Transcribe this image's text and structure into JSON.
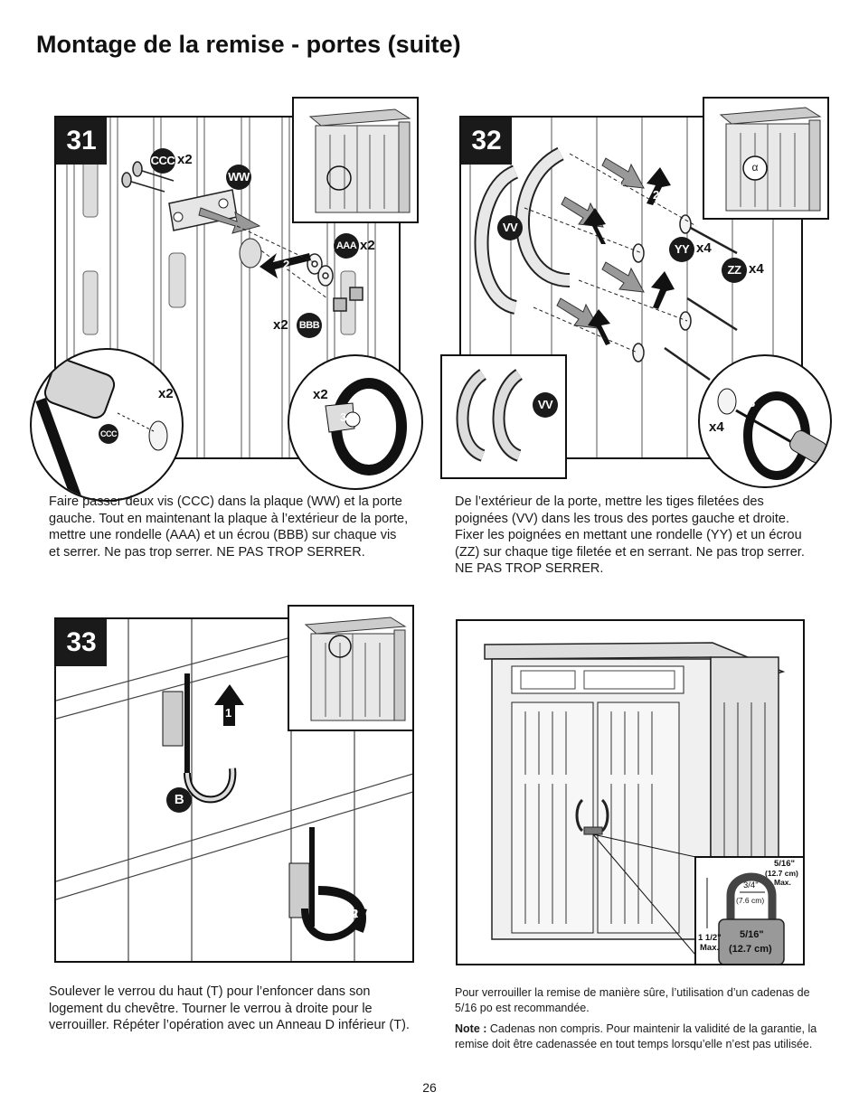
{
  "page": {
    "title": "Montage de la remise - portes (suite)",
    "page_number": "26"
  },
  "step31": {
    "number": "31",
    "labels": {
      "ccc": "CCC",
      "ccc_qty": "x2",
      "ww": "WW",
      "aaa": "AAA",
      "aaa_qty": "x2",
      "bbb": "BBB",
      "bbb_qty": "x2",
      "arrow2": "2",
      "arrow3": "3",
      "zoom_left_qty": "x2",
      "zoom_left_ccc": "CCC",
      "zoom_right_qty": "x2"
    },
    "caption": "Faire passer deux vis (CCC) dans la plaque (WW) et la porte gauche. Tout en maintenant la plaque à l’extérieur de la porte, mettre une rondelle (AAA) et un écrou (BBB) sur chaque vis et serrer. Ne pas trop serrer. NE PAS TROP SERRER."
  },
  "step32": {
    "number": "32",
    "labels": {
      "vv": "VV",
      "yy": "YY",
      "yy_qty": "x4",
      "zz": "ZZ",
      "zz_qty": "x4",
      "arrow1": "1",
      "arrow2": "2",
      "arrow3": "3",
      "inset_vv": "VV",
      "zoom_qty": "x4",
      "shed_tag": "α"
    },
    "caption": "De l’extérieur de la porte, mettre les tiges filetées des poignées (VV) dans les trous des portes gauche et droite. Fixer les poignées en mettant une rondelle (YY) et un écrou (ZZ) sur chaque tige filetée et en serrant. Ne pas trop serrer. NE PAS TROP SERRER."
  },
  "step33": {
    "number": "33",
    "labels": {
      "b": "B",
      "arrow1": "1",
      "arrow2": "2"
    },
    "caption": "Soulever le verrou du haut (T) pour l’enfoncer dans son logement du chevêtre. Tourner le verrou à droite pour le verrouiller. Répéter l’opération avec un Anneau D inférieur (T)."
  },
  "lock": {
    "dim_shackle": "5/16\"",
    "dim_shackle_cm": "(12.7 cm)",
    "dim_max": "Max.",
    "dim_width": "3/4\"",
    "dim_width_cm": "(7.6 cm)",
    "dim_height": "1 1/2\"",
    "dim_height_max": "Max.",
    "body_dim": "5/16\"",
    "body_dim_cm": "(12.7 cm)",
    "caption": "Pour verrouiller la remise de manière sûre, l’utilisation d’un cadenas de 5/16 po est recommandée.",
    "note_label": "Note :",
    "note_text": " Cadenas non compris. Pour maintenir la validité de la garantie, la remise doit être cadenassée en tout temps lorsqu’elle n’est pas utilisée."
  }
}
